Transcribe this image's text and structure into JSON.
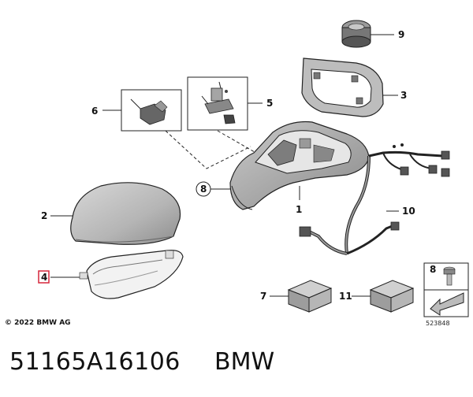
{
  "callouts": {
    "c1": "1",
    "c2": "2",
    "c3": "3",
    "c4": "4",
    "c5": "5",
    "c6": "6",
    "c7": "7",
    "c8": "8",
    "c9": "9",
    "c10": "10",
    "c11": "11",
    "c8_small": "8"
  },
  "footer": {
    "copyright": "© 2022 BMW AG",
    "doc_number": "523848",
    "part_number": "51165A16106",
    "brand": "BMW"
  },
  "colors": {
    "highlight": "#d6263b",
    "part_gray": "#b9b9b9",
    "line": "#222222"
  }
}
